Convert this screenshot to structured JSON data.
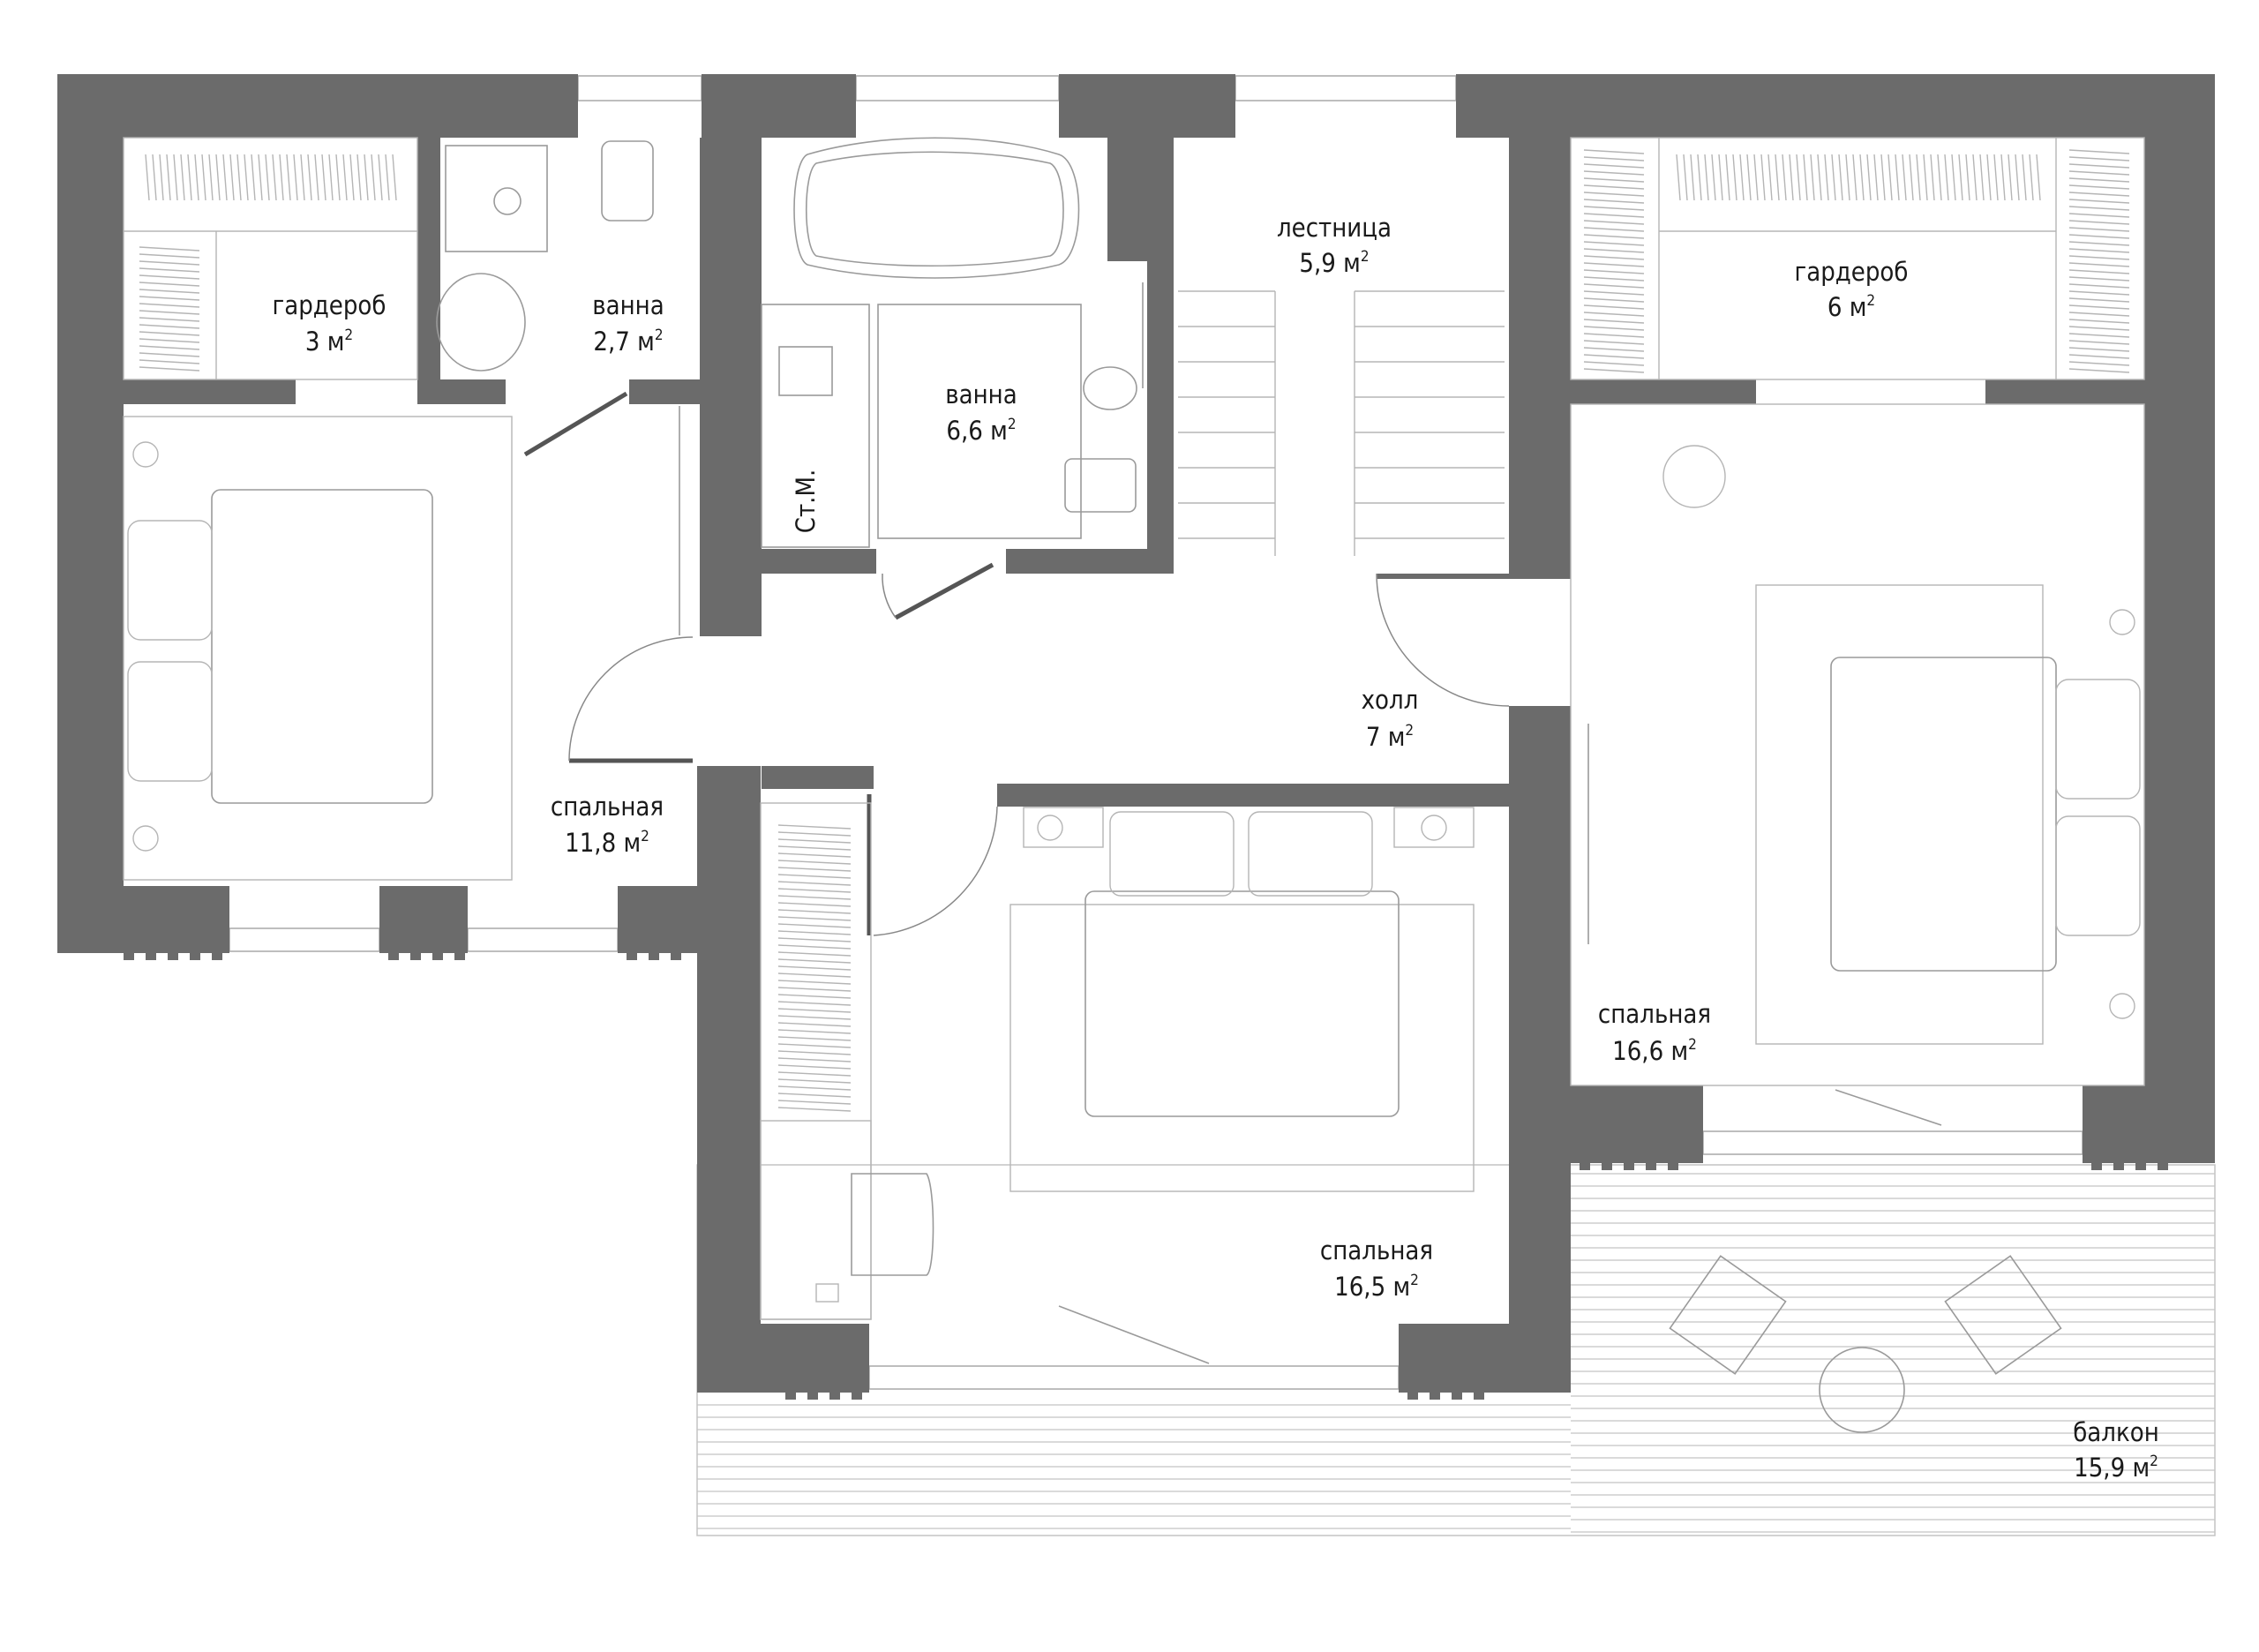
{
  "rooms": {
    "wardrobe_small": {
      "name": "гардероб",
      "area": "3 м",
      "sup": "2"
    },
    "bath_small": {
      "name": "ванна",
      "area": "2,7 м",
      "sup": "2"
    },
    "bath_large": {
      "name": "ванна",
      "area": "6,6 м",
      "sup": "2"
    },
    "laundry": {
      "name": "Ст.М."
    },
    "stairs": {
      "name": "лестница",
      "area": "5,9 м",
      "sup": "2"
    },
    "wardrobe_large": {
      "name": "гардероб",
      "area": "6 м",
      "sup": "2"
    },
    "hall": {
      "name": "холл",
      "area": "7 м",
      "sup": "2"
    },
    "bedroom_left": {
      "name": "спальная",
      "area": "11,8 м",
      "sup": "2"
    },
    "bedroom_center": {
      "name": "спальная",
      "area": "16,5 м",
      "sup": "2"
    },
    "bedroom_right": {
      "name": "спальная",
      "area": "16,6 м",
      "sup": "2"
    },
    "balcony": {
      "name": "балкон",
      "area": "15,9 м",
      "sup": "2"
    }
  },
  "colors": {
    "wall": "#6b6b6b",
    "furniture_line": "#9a9a9a",
    "background": "#ffffff"
  }
}
